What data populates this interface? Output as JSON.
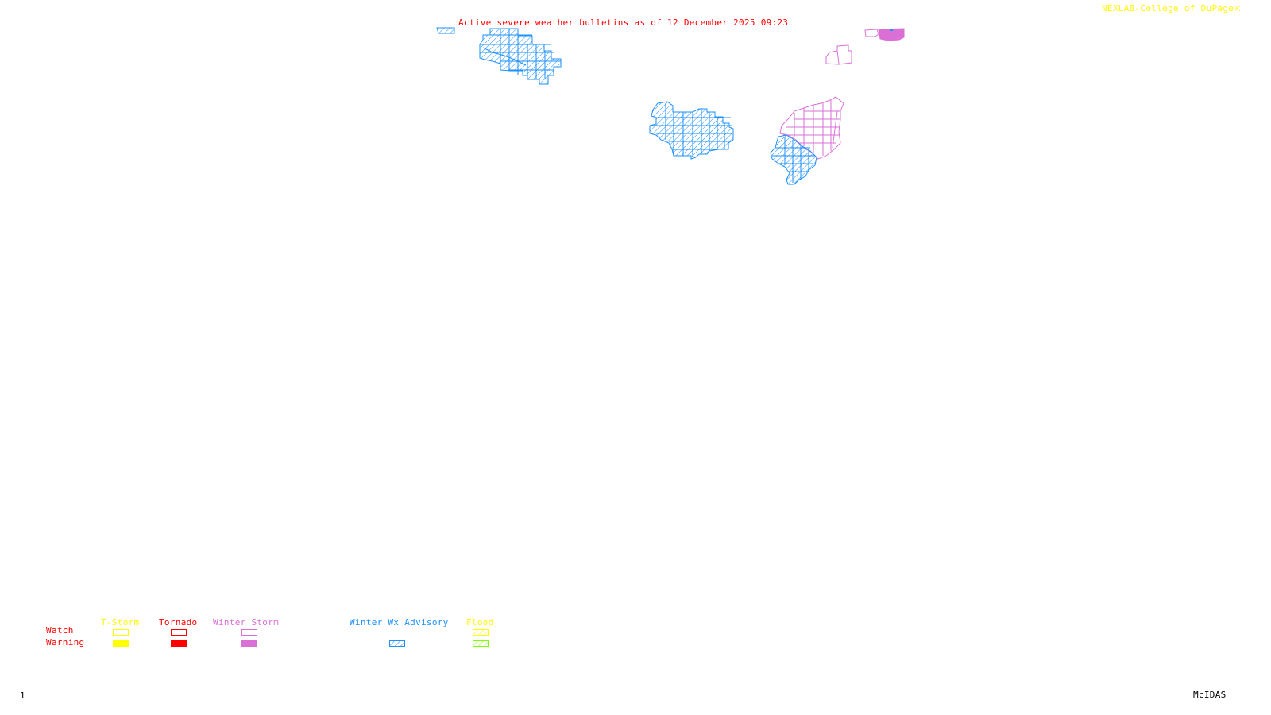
{
  "header": {
    "title": "Active severe weather bulletins as of 12 December 2025 09:23",
    "title_color": "#ff0000",
    "credit": "NEXLAB-College of DuPage",
    "credit_color": "#ffff00"
  },
  "footer": {
    "frame_number": "1",
    "software": "McIDAS"
  },
  "legend": {
    "row_labels": {
      "watch": "Watch",
      "warning": "Warning",
      "color": "#ff0000"
    },
    "categories": [
      {
        "label": "T-Storm",
        "color": "#ffff00",
        "watch_style": "outline",
        "warning_style": "fill"
      },
      {
        "label": "Tornado",
        "color": "#ff0000",
        "watch_style": "outline",
        "warning_style": "fill"
      },
      {
        "label": "Winter Storm",
        "color": "#da70d6",
        "watch_style": "outline",
        "warning_style": "fill"
      },
      {
        "label": "Winter Wx Advisory",
        "color": "#1e90ff",
        "watch_style": "none",
        "warning_style": "hatch"
      },
      {
        "label": "Flood",
        "color": "#ffff00",
        "watch_style": "hatch",
        "warning_style": "hatch",
        "warning_color": "#7fff00"
      }
    ]
  },
  "map": {
    "regions": [
      {
        "name": "winter-wx-advisory-northwest-fragment",
        "type": "Winter Wx Advisory",
        "color": "#1e90ff",
        "style": "hatch"
      },
      {
        "name": "winter-wx-advisory-north-plains",
        "type": "Winter Wx Advisory",
        "color": "#1e90ff",
        "style": "hatch"
      },
      {
        "name": "winter-wx-advisory-upper-midwest",
        "type": "Winter Wx Advisory",
        "color": "#1e90ff",
        "style": "hatch"
      },
      {
        "name": "winter-wx-advisory-great-lakes",
        "type": "Winter Wx Advisory",
        "color": "#1e90ff",
        "style": "hatch"
      },
      {
        "name": "winter-storm-watch-great-lakes",
        "type": "Winter Storm Watch",
        "color": "#da70d6",
        "style": "outline"
      },
      {
        "name": "winter-storm-watch-north",
        "type": "Winter Storm Watch",
        "color": "#da70d6",
        "style": "outline"
      },
      {
        "name": "winter-storm-warning-northeast",
        "type": "Winter Storm Warning",
        "color": "#da70d6",
        "style": "fill"
      }
    ]
  }
}
